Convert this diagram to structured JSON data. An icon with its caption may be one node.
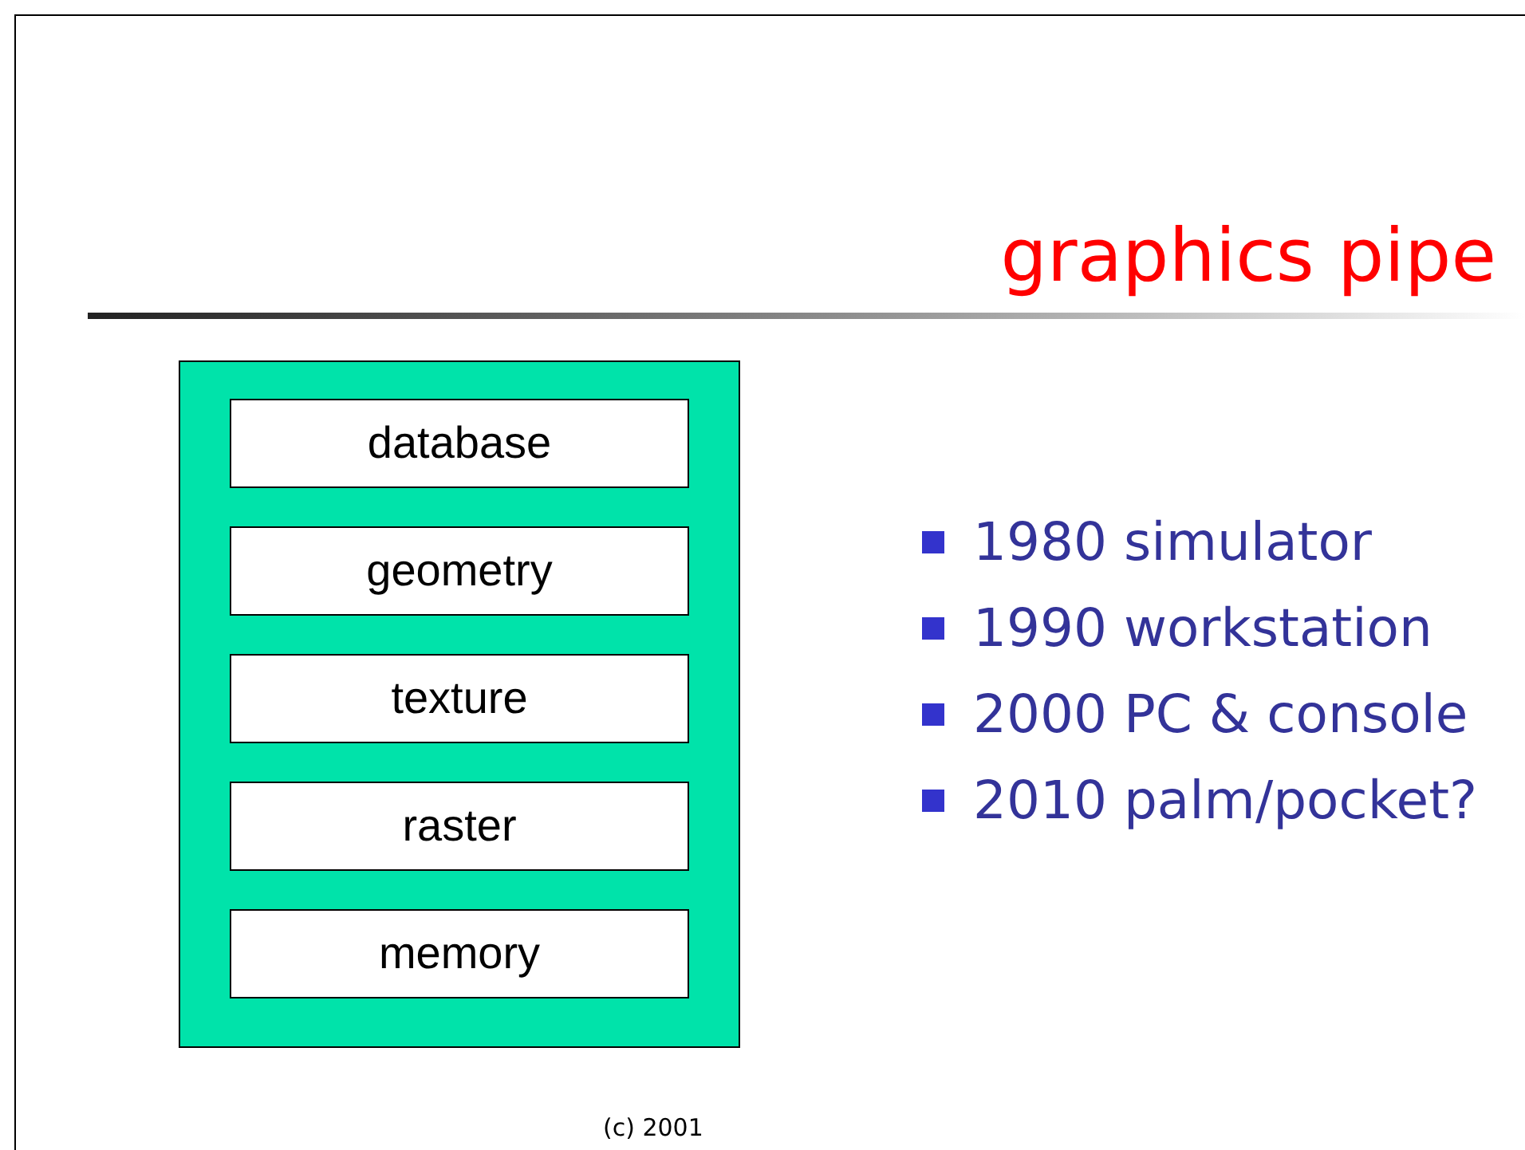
{
  "diagram": {
    "title": "graphics pipe",
    "nodes": [
      {
        "text": [],
        "shape": "box"
      },
      {
        "text": [
          "database"
        ],
        "in": 0
      },
      {
        "text": [
          "geometry"
        ],
        "in": 0
      },
      {
        "text": [
          "texture"
        ],
        "in": 0
      },
      {
        "text": [
          "raster"
        ],
        "in": 0
      },
      {
        "text": [
          "memory"
        ],
        "in": 0
      }
    ],
    "labels": [
      "1980 simulator",
      "1990 workstation",
      "2000 PC & console",
      "2010 palm/pocket?",
      "(c) 2001"
    ]
  }
}
